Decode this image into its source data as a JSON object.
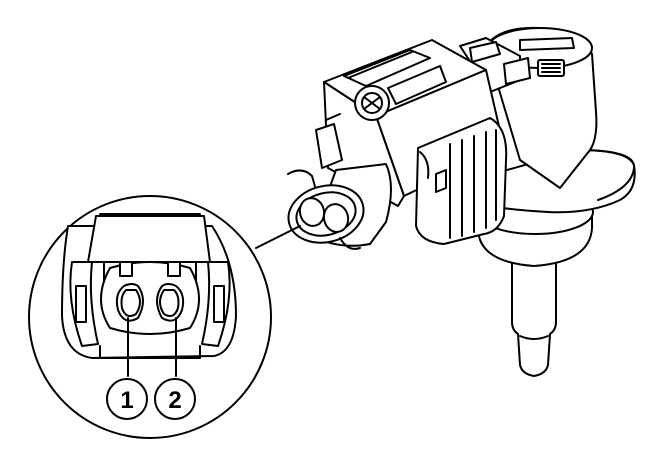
{
  "diagram": {
    "callouts": [
      {
        "id": "pin-1",
        "label": "1"
      },
      {
        "id": "pin-2",
        "label": "2"
      }
    ],
    "colors": {
      "line": "#000000",
      "background": "#ffffff",
      "shade": "#d9d9d9"
    },
    "parts": [
      "connector-housing",
      "sensor-body",
      "sensor-probe",
      "mounting-flange",
      "detail-view"
    ]
  }
}
